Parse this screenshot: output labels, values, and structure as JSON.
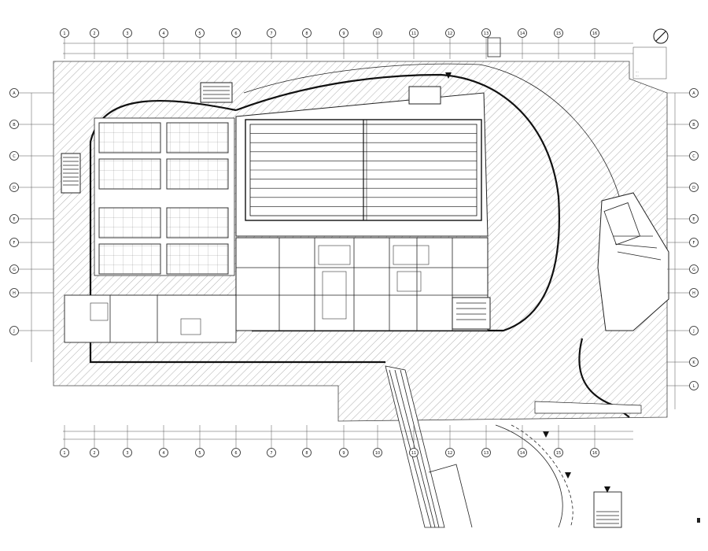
{
  "drawing": {
    "note_lines": [
      "...",
      "..."
    ],
    "colors": {
      "line": "#222222",
      "hatch": "#9a9a9a",
      "background": "#ffffff"
    },
    "icons": [
      "north-arrow-icon",
      "entrance-arrow-icon"
    ]
  },
  "axes": {
    "top": [
      "1",
      "2",
      "3",
      "4",
      "5",
      "6",
      "7",
      "8",
      "9",
      "10",
      "11",
      "12",
      "13",
      "14",
      "15",
      "16"
    ],
    "bottom": [
      "1",
      "2",
      "3",
      "4",
      "5",
      "6",
      "7",
      "8",
      "9",
      "10",
      "11",
      "12",
      "13",
      "14",
      "15",
      "16"
    ],
    "left": [
      "A",
      "B",
      "C",
      "D",
      "E",
      "F",
      "G",
      "H",
      "J"
    ],
    "right": [
      "A",
      "B",
      "C",
      "D",
      "E",
      "F",
      "G",
      "H",
      "J",
      "K",
      "L"
    ]
  }
}
